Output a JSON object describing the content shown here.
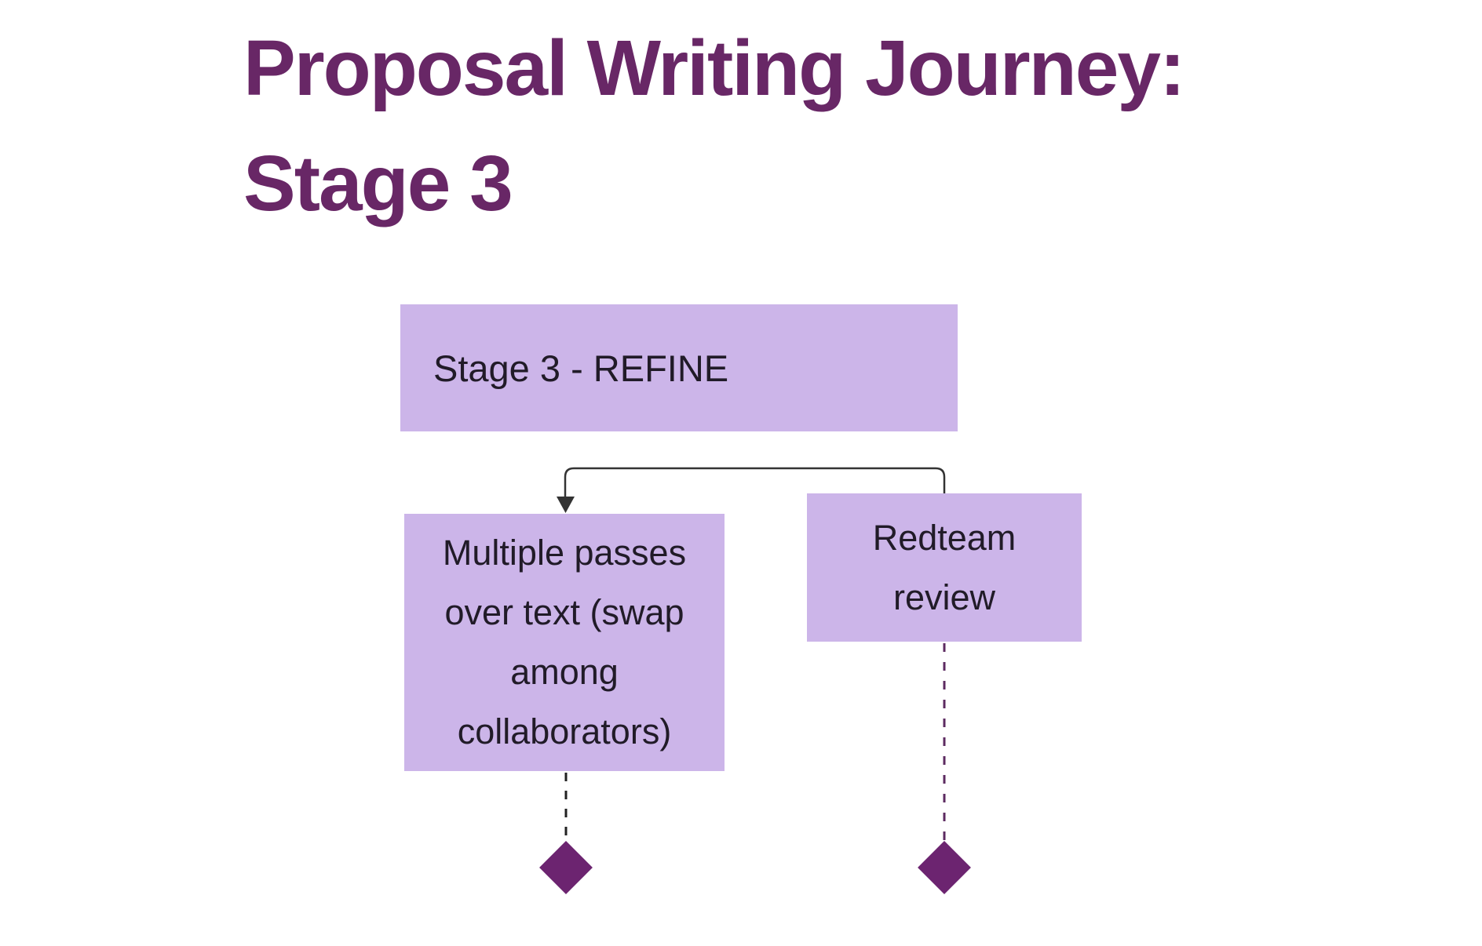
{
  "colors": {
    "background": "#ffffff",
    "title_text": "#682766",
    "node_fill": "#ccb5e9",
    "node_text": "#211b28",
    "connector": "#333333",
    "dash_left": "#222222",
    "dash_right": "#5d2b61",
    "diamond": "#6c2470"
  },
  "title": {
    "line1": "Proposal Writing Journey:",
    "line2": "Stage 3"
  },
  "flowchart": {
    "root_label": "Stage 3 - REFINE",
    "left_label": "Multiple passes over text (swap among collaborators)",
    "right_label": "Redteam review"
  }
}
